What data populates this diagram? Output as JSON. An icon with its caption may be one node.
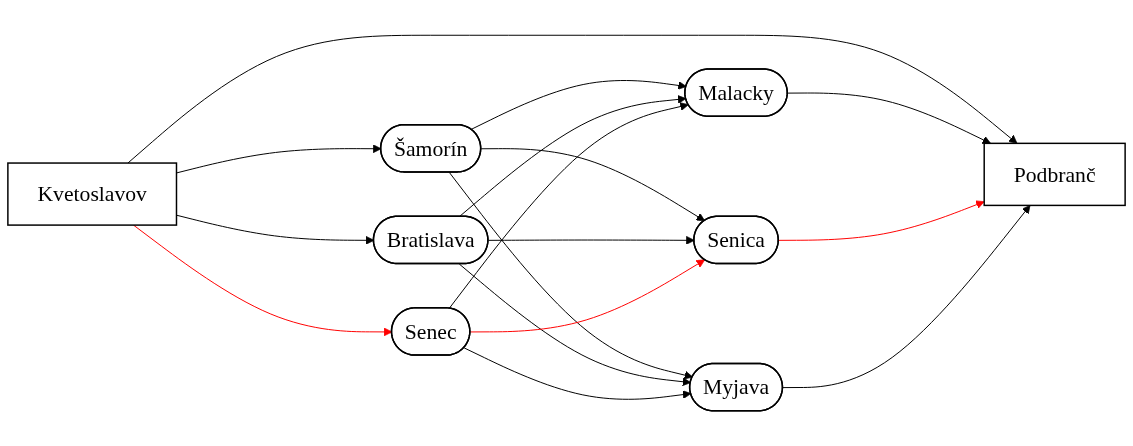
{
  "diagram": {
    "nodes": [
      {
        "text": [
          "Kvetoslavov"
        ]
      },
      {
        "text": [
          "Šamorín"
        ]
      },
      {
        "text": [
          "Bratislava"
        ]
      },
      {
        "text": [
          "Senec"
        ]
      },
      {
        "text": [
          "Malacky"
        ]
      },
      {
        "text": [
          "Senica"
        ]
      },
      {
        "text": [
          "Myjava"
        ]
      },
      {
        "text": [
          "Podbranč"
        ]
      }
    ],
    "edges": [
      {
        "from": 0,
        "to": 7,
        "arrow": "to"
      },
      {
        "from": 0,
        "to": 1,
        "arrow": "to"
      },
      {
        "from": 0,
        "to": 2,
        "arrow": "to"
      },
      {
        "from": 0,
        "to": 3,
        "arrow": "to",
        "color": "#ff0000"
      },
      {
        "from": 1,
        "to": 4,
        "arrow": "to"
      },
      {
        "from": 1,
        "to": 5,
        "arrow": "to"
      },
      {
        "from": 1,
        "to": 6,
        "arrow": "to"
      },
      {
        "from": 2,
        "to": 4,
        "arrow": "to"
      },
      {
        "from": 2,
        "to": 5,
        "arrow": "to"
      },
      {
        "from": 2,
        "to": 6,
        "arrow": "to"
      },
      {
        "from": 3,
        "to": 4,
        "arrow": "to"
      },
      {
        "from": 3,
        "to": 5,
        "arrow": "to",
        "color": "#ff0000"
      },
      {
        "from": 3,
        "to": 6,
        "arrow": "to"
      },
      {
        "from": 4,
        "to": 7,
        "arrow": "to"
      },
      {
        "from": 5,
        "to": 7,
        "arrow": "to",
        "color": "#ff0000"
      },
      {
        "from": 6,
        "to": 7,
        "arrow": "to"
      }
    ]
  }
}
